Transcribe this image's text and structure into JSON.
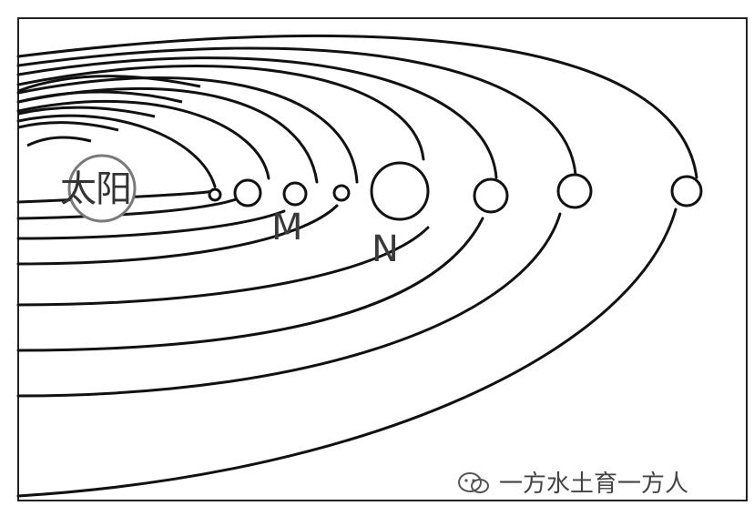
{
  "labels": {
    "sun": "太阳",
    "m": "M",
    "n": "N"
  },
  "watermark": {
    "text": "一方水土育一方人",
    "icon": "wechat-icon"
  },
  "colors": {
    "line": "#111111",
    "frame": "#222222",
    "background": "#ffffff",
    "sun_outline": "#7a7a7a"
  }
}
